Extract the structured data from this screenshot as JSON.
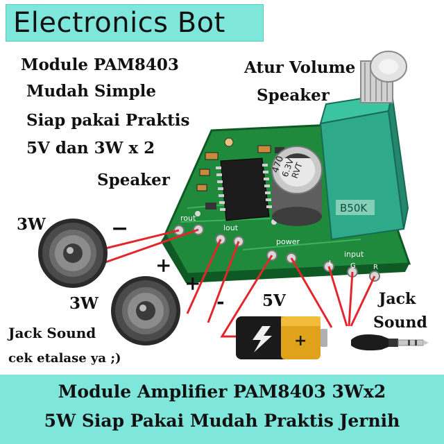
{
  "header": {
    "title": "Electronics Bot"
  },
  "promo": {
    "line1": "Module PAM8403",
    "line2": "Mudah Simple",
    "line3": "Siap pakai Praktis",
    "line4": "5V dan 3W x 2",
    "line5": "Speaker"
  },
  "volume_label": {
    "line1": "Atur Volume",
    "line2": "Speaker"
  },
  "speakers": {
    "top_label": "3W",
    "bottom_label": "3W"
  },
  "polarity": {
    "minus_top": "−",
    "plus_left": "+",
    "plus_right": "+",
    "minus_right": "-"
  },
  "power_label": "5V",
  "jack_label": {
    "line1": "Jack",
    "line2": "Sound"
  },
  "jack_note": {
    "line1": "Jack Sound",
    "line2": "cek etalase ya ;)"
  },
  "board": {
    "chip_marking": "",
    "capacitor_text_1": "470",
    "capacitor_text_2": "6.3V",
    "capacitor_text_3": "RVT",
    "pot_marking": "B50K",
    "silk_rout": "rout",
    "silk_lout": "lout",
    "silk_power": "power",
    "silk_input": "input",
    "silk_L": "L",
    "silk_G": "G",
    "silk_R": "R"
  },
  "footer": {
    "line1": "Module Amplifier PAM8403 3Wx2",
    "line2": "5W Siap Pakai Mudah Praktis Jernih"
  },
  "colors": {
    "accent": "#7fe6dc",
    "pcb": "#1f8a3c",
    "pot": "#2eaa8a",
    "wire": "#e3262b"
  }
}
